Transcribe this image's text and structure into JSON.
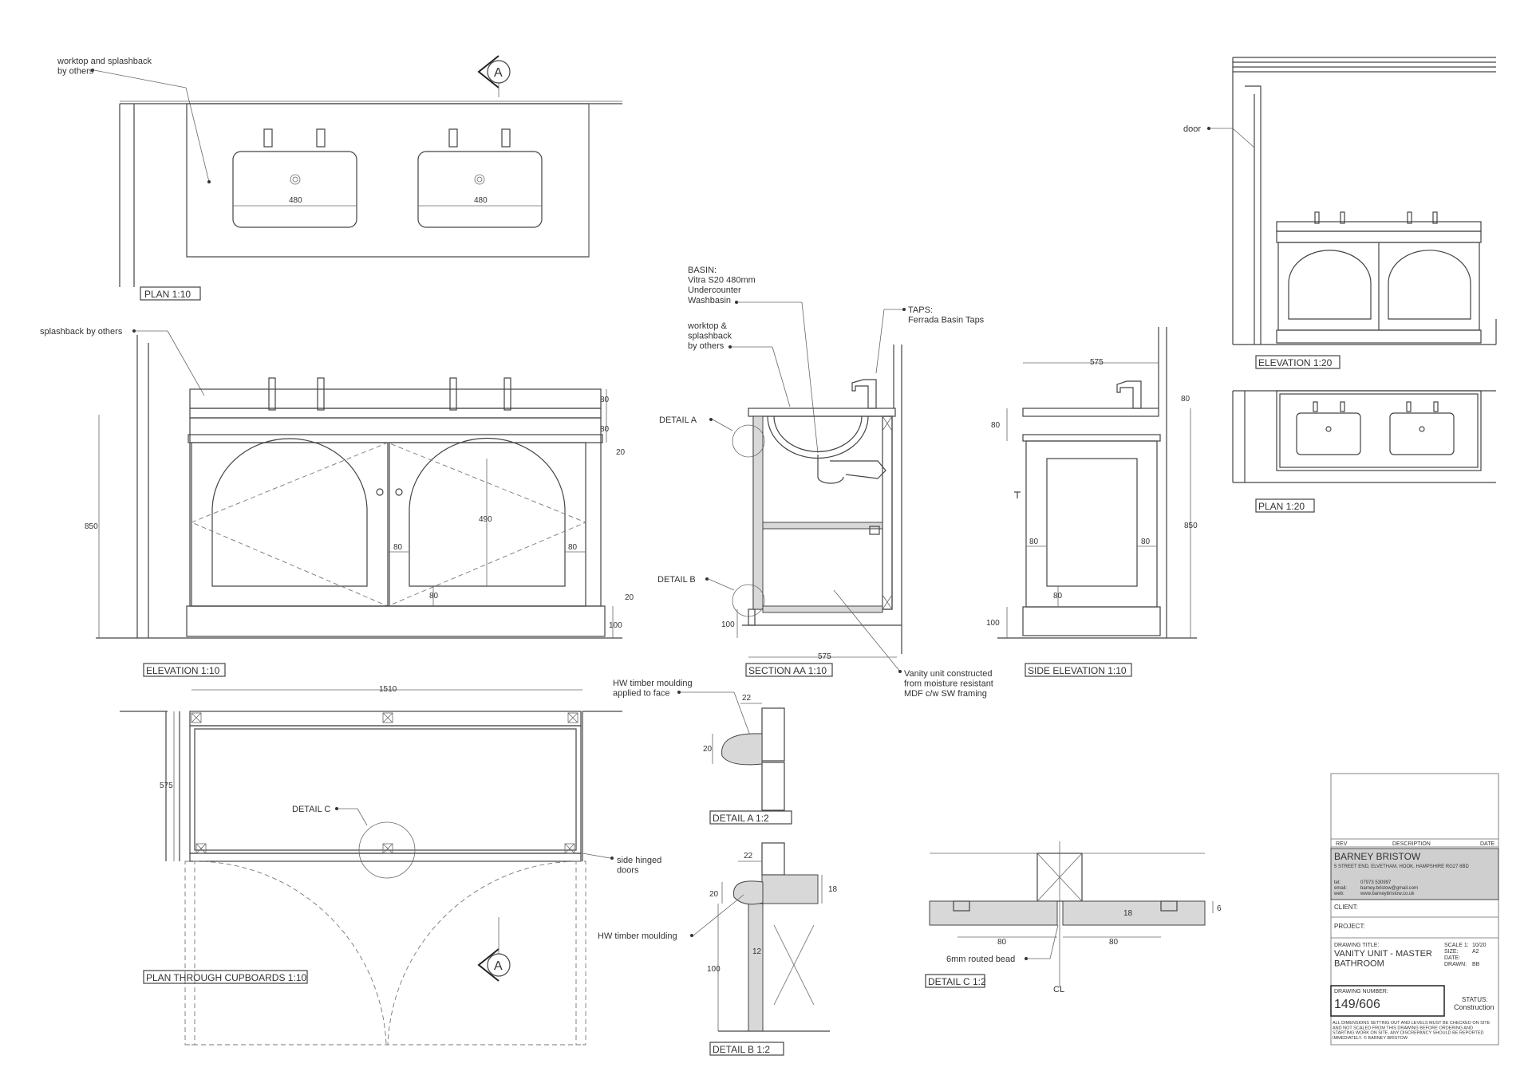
{
  "views": {
    "plan": {
      "title": "PLAN 1:10",
      "basin_left_dim": "480",
      "basin_right_dim": "480",
      "note": "worktop and splashback\nby others"
    },
    "section_marker_top": "A",
    "section_marker_bottom": "A",
    "elevation": {
      "title": "ELEVATION 1:10",
      "note": "splashback by others",
      "dims": {
        "height": "850",
        "top1": "80",
        "top2": "80",
        "gap1": "20",
        "gap2": "20",
        "base": "100",
        "arch": "490",
        "stile_l": "80",
        "stile_r": "80",
        "rail": "80"
      }
    },
    "section_aa": {
      "title": "SECTION AA 1:10",
      "width_dim": "575",
      "base_dim": "100",
      "basin_note": "BASIN:\nVitra S20 480mm\nUndercounter\nWashbasin",
      "worktop_note": "worktop &\nsplashback\nby others",
      "taps_note": "TAPS:\nFerrada Basin Taps",
      "detail_a": "DETAIL A",
      "detail_b": "DETAIL B",
      "construction_note": "Vanity unit constructed\nfrom moisture resistant\nMDF c/w SW framing"
    },
    "side_elevation": {
      "title": "SIDE ELEVATION 1:10",
      "dims": {
        "depth": "575",
        "top": "80",
        "left": "80",
        "height": "850",
        "stile_l": "80",
        "stile_r": "80",
        "rail": "80",
        "base": "100"
      }
    },
    "elevation_small": {
      "title": "ELEVATION 1:20",
      "door_note": "door"
    },
    "plan_small": {
      "title": "PLAN 1:20"
    },
    "plan_cupboards": {
      "title": "PLAN THROUGH CUPBOARDS 1:10",
      "width_dim": "1510",
      "depth_dim": "575",
      "detail_c": "DETAIL C",
      "doors_note": "side hinged\ndoors"
    },
    "detail_a": {
      "title": "DETAIL A 1:2",
      "note": "HW timber moulding\napplied to face",
      "dim_w": "22",
      "dim_h": "20"
    },
    "detail_b": {
      "title": "DETAIL B 1:2",
      "note": "HW timber moulding",
      "dim_w": "22",
      "dim_h": "20",
      "dim_t": "18",
      "dim_b": "12",
      "dim_base": "100"
    },
    "detail_c": {
      "title": "DETAIL C 1:2",
      "note": "6mm routed bead",
      "dim_l": "80",
      "dim_r": "80",
      "dim_t": "18",
      "dim_s": "6",
      "cl": "CL"
    }
  },
  "title_block": {
    "rev": "REV",
    "description": "DESCRIPTION",
    "date": "DATE",
    "company": "BARNEY BRISTOW",
    "address": "5 STREET END, ELVETHAM, HOOK, HAMPSHIRE RG27 8BD",
    "tel_label": "tel:",
    "tel": "07973 530997",
    "email_label": "email:",
    "email": "barney.bristow@gmail.com",
    "web_label": "web:",
    "web": "www.barneybristow.co.uk",
    "client": "CLIENT:",
    "project": "PROJECT:",
    "drawing_title_label": "DRAWING TITLE:",
    "drawing_title": "VANITY UNIT - MASTER\nBATHROOM",
    "scale_label": "SCALE 1:",
    "scale": "10/20",
    "size_label": "SIZE:",
    "size": "A2",
    "date_label": "DATE:",
    "date_value": "",
    "drawn_label": "DRAWN:",
    "drawn": "BB",
    "number_label": "DRAWING NUMBER:",
    "number": "149/606",
    "status_label": "STATUS:",
    "status": "Construction",
    "disclaimer": "ALL DIMENSIONS SETTING OUT AND LEVELS MUST BE CHECKED ON SITE\nAND NOT SCALED FROM THIS DRAWING BEFORE ORDERING AND\nSTARTING WORK ON SITE. ANY DISCREPANCY SHOULD BE REPORTED\nIMMEDIATELY.   © BARNEY BRISTOW"
  }
}
